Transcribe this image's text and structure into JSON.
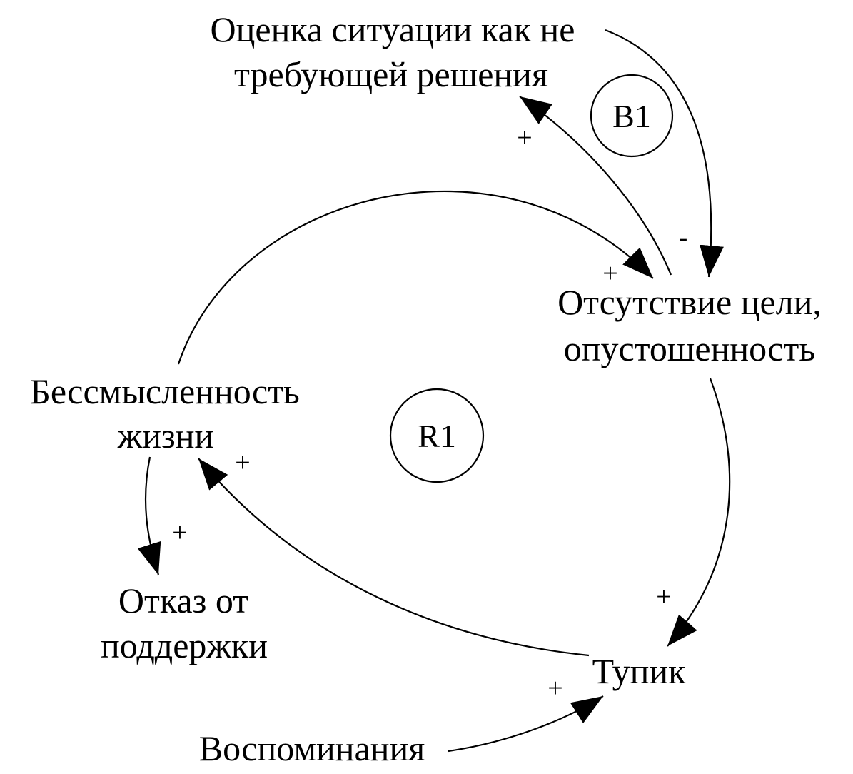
{
  "nodes": {
    "assessment": {
      "line1": "Оценка ситуации как не",
      "line2": "требующей решения"
    },
    "no_goal": {
      "line1": "Отсутствие цели,",
      "line2": "опустошенность"
    },
    "meaningless": {
      "line1": "Бессмысленность",
      "line2": "жизни"
    },
    "refusal": {
      "line1": "Отказ от",
      "line2": "поддержки"
    },
    "deadlock": {
      "line1": "Тупик"
    },
    "memories": {
      "line1": "Воспоминания"
    }
  },
  "loops": {
    "balancing": "B1",
    "reinforcing": "R1"
  },
  "links": [
    {
      "from": "assessment",
      "to": "no_goal",
      "polarity": "-"
    },
    {
      "from": "no_goal",
      "to": "assessment",
      "polarity": "+"
    },
    {
      "from": "meaningless",
      "to": "no_goal",
      "polarity": "+"
    },
    {
      "from": "no_goal",
      "to": "deadlock",
      "polarity": "+"
    },
    {
      "from": "deadlock",
      "to": "meaningless",
      "polarity": "+"
    },
    {
      "from": "meaningless",
      "to": "refusal",
      "polarity": "+"
    },
    {
      "from": "memories",
      "to": "deadlock",
      "polarity": "+"
    }
  ]
}
